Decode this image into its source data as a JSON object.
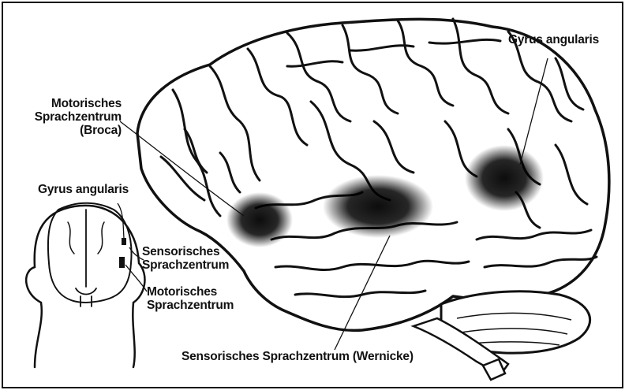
{
  "labels": {
    "gyrus_angularis_brain": "Gyrus angularis",
    "broca_line1": "Motorisches",
    "broca_line2": "Sprachzentrum",
    "broca_line3": "(Broca)",
    "gyrus_angularis_head": "Gyrus angularis",
    "sensory_head_line1": "Sensorisches",
    "sensory_head_line2": "Sprachzentrum",
    "motor_head_line1": "Motorisches",
    "motor_head_line2": "Sprachzentrum",
    "wernicke": "Sensorisches Sprachzentrum (Wernicke)"
  },
  "colors": {
    "ink": "#111111",
    "background": "#ffffff",
    "shade": "#1a1a1a"
  }
}
